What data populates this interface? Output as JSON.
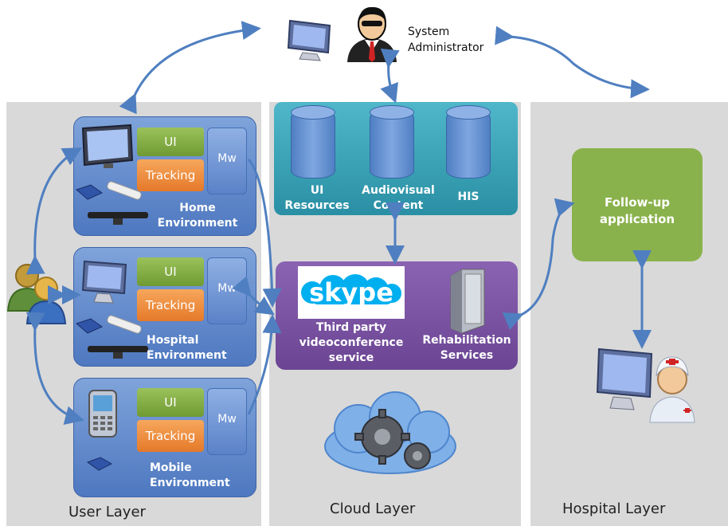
{
  "admin": {
    "label_line1": "System",
    "label_line2": "Administrator"
  },
  "layers": {
    "user": "User Layer",
    "cloud": "Cloud Layer",
    "hospital": "Hospital Layer"
  },
  "environments": [
    {
      "ui": "UI",
      "tracking": "Tracking",
      "mw": "Mw",
      "label_line1": "Home",
      "label_line2": "Environment"
    },
    {
      "ui": "UI",
      "tracking": "Tracking",
      "mw": "Mw",
      "label_line1": "Hospital",
      "label_line2": "Environment"
    },
    {
      "ui": "UI",
      "tracking": "Tracking",
      "mw": "Mw",
      "label_line1": "Mobile",
      "label_line2": "Environment"
    }
  ],
  "cloud_resources": [
    {
      "line1": "UI",
      "line2": "Resources"
    },
    {
      "line1": "Audiovisual",
      "line2": "Content"
    },
    {
      "line1": "HIS",
      "line2": ""
    }
  ],
  "services": {
    "skype_logo": "skype",
    "videoconf_line1": "Third party",
    "videoconf_line2": "videoconference",
    "videoconf_line3": "service",
    "rehab_line1": "Rehabilitation",
    "rehab_line2": "Services"
  },
  "followup": {
    "line1": "Follow-up",
    "line2": "application"
  },
  "colors": {
    "panel": "#d9d9d9",
    "env_blue": "#5b82c8",
    "ui_green": "#8ab24c",
    "tracking_orange": "#f28c38",
    "cloud_teal": "#3aa3b8",
    "services_purple": "#7a54a4",
    "followup_green": "#8ab24c",
    "arrow_blue": "#4f7fc0"
  }
}
